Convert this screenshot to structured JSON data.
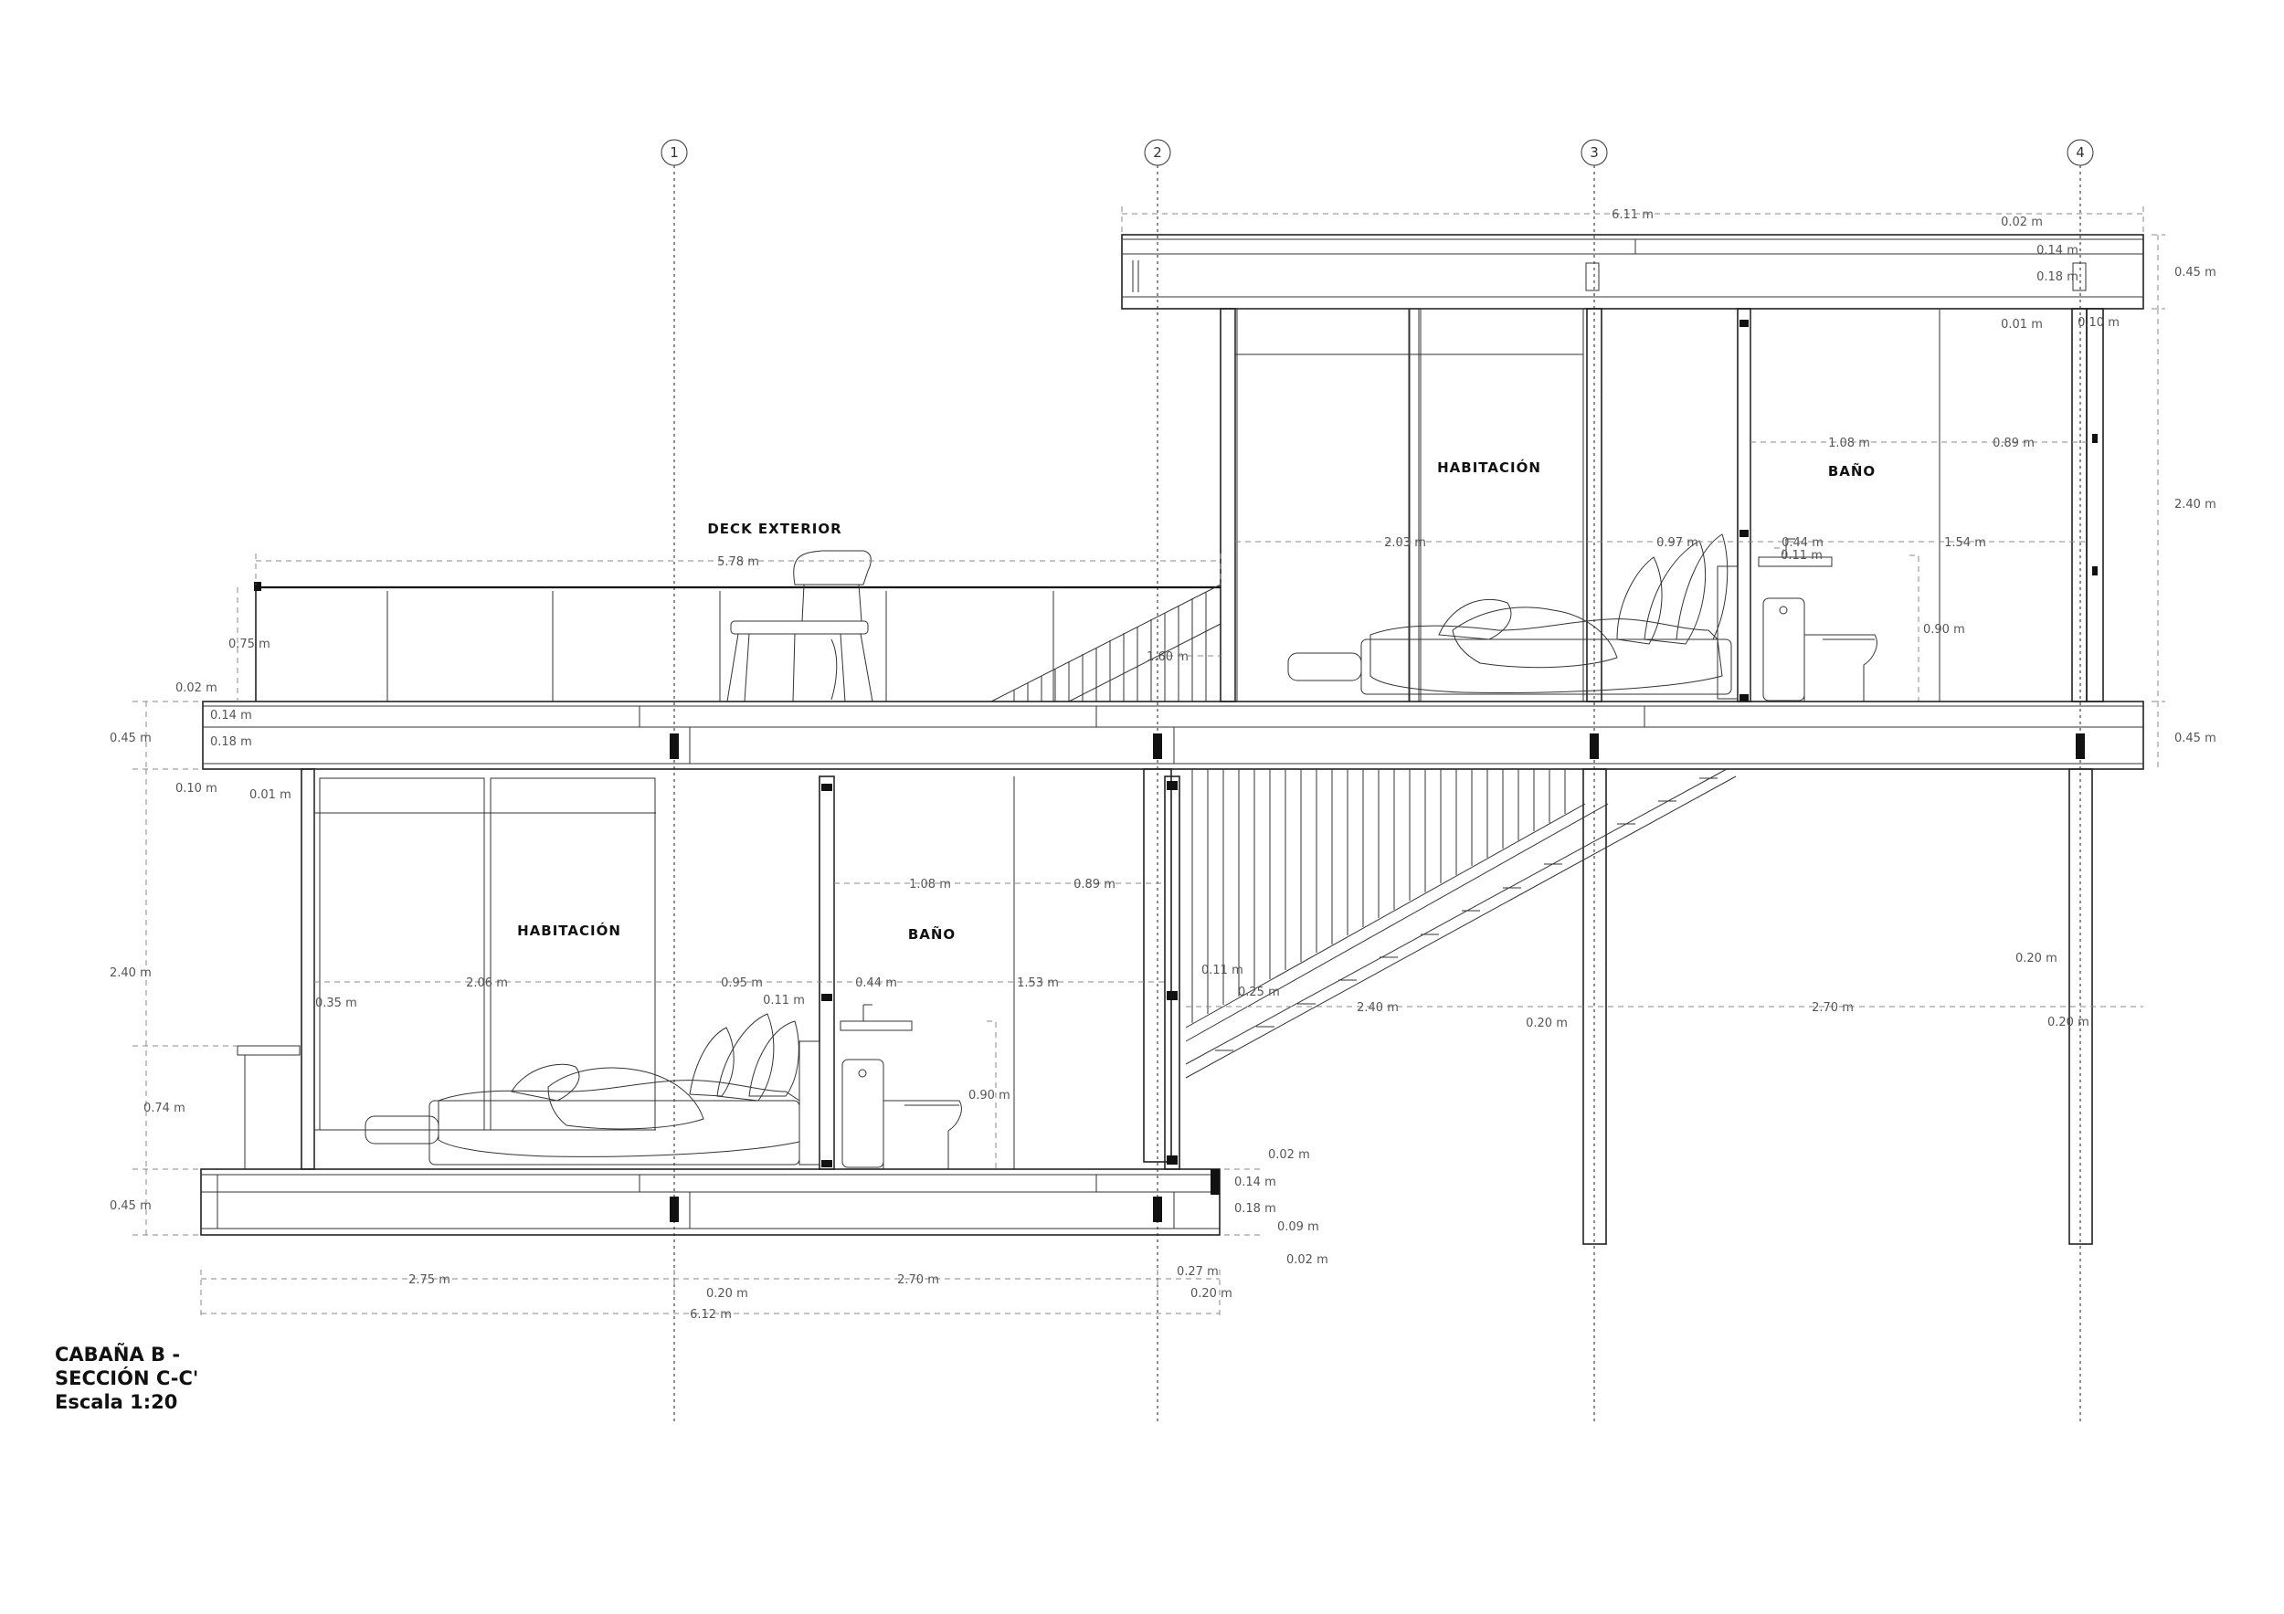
{
  "title_block": {
    "line1": "CABAÑA B -",
    "line2": "SECCIÓN C-C'",
    "line3": "Escala 1:20"
  },
  "grid_axes": [
    "1",
    "2",
    "3",
    "4"
  ],
  "rooms": {
    "deck": "DECK EXTERIOR",
    "upper_bedroom": "HABITACIÓN",
    "upper_bath": "BAÑO",
    "lower_bedroom": "HABITACIÓN",
    "lower_bath": "BAÑO"
  },
  "dims": {
    "top_total": "6.11 m",
    "roof_edge": "0.02 m",
    "roof_a": "0.14 m",
    "roof_b": "0.18 m",
    "roof_c": "0.01 m",
    "roof_d": "0.10 m",
    "roof_height": "0.45 m",
    "upper_height": "2.40 m",
    "upper_bath_w1": "1.08 m",
    "upper_bath_w2": "0.89 m",
    "upper_bed_w": "2.03 m",
    "upper_wall_w": "0.97 m",
    "upper_sink_w": "0.44 m",
    "upper_sink_h": "0.11 m",
    "upper_bath_w3": "1.54 m",
    "upper_wc_h": "0.90 m",
    "deck_length": "5.78 m",
    "rail_height": "0.75 m",
    "stair_h": "1.60 m",
    "deck_edge": "0.02 m",
    "deck_a": "0.14 m",
    "deck_b": "0.18 m",
    "floor_height_left": "0.45 m",
    "floor_height_right": "0.45 m",
    "deck_c": "0.10 m",
    "deck_d": "0.01 m",
    "lower_height": "2.40 m",
    "lower_bath_w1": "1.08 m",
    "lower_bath_w2": "0.89 m",
    "lower_bed_w": "2.06 m",
    "lower_wall_w": "0.95 m",
    "lower_sink_w": "0.44 m",
    "lower_sink_h": "0.11 m",
    "lower_bath_w3": "1.53 m",
    "lower_wc_h": "0.90 m",
    "desk_offset": "0.35 m",
    "desk_h": "0.74 m",
    "stair_a": "0.11 m",
    "stair_b": "0.25 m",
    "under_left": "2.40 m",
    "under_right": "2.70 m",
    "col_gap_a": "0.20 m",
    "col_gap_b": "0.20 m",
    "col_gap_c": "0.20 m",
    "base_edge": "0.02 m",
    "base_a": "0.14 m",
    "base_b": "0.18 m",
    "base_c": "0.09 m",
    "base_d": "0.02 m",
    "base_height": "0.45 m",
    "bottom_a": "2.75 m",
    "bottom_b": "2.70 m",
    "bottom_c": "0.27 m",
    "bottom_gap1": "0.20 m",
    "bottom_gap2": "0.20 m",
    "bottom_total": "6.12 m"
  }
}
